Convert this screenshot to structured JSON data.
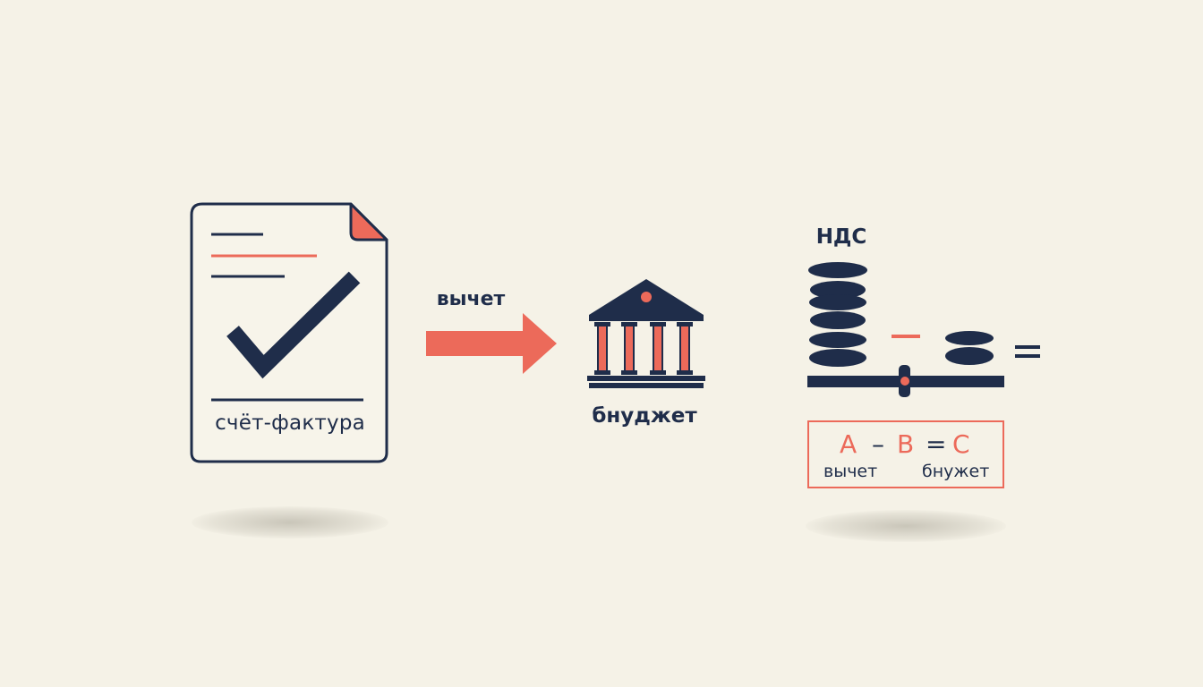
{
  "invoice": {
    "label": "счёт-фактура",
    "icon": "document-checkmark-icon"
  },
  "arrow": {
    "label": "вычет",
    "icon": "right-arrow-icon"
  },
  "bank": {
    "label": "бнуджет",
    "icon": "government-building-icon"
  },
  "balance": {
    "title": "НДС",
    "left_stack_coins": 6,
    "right_stack_coins": 2,
    "minus_sign": "–",
    "equals_sign": "="
  },
  "formula": {
    "a": "A",
    "minus": "–",
    "b": "B",
    "equals": "=",
    "c": "C",
    "left_caption": "вычет",
    "right_caption": "бнужет"
  },
  "colors": {
    "background": "#f5f2e7",
    "navy": "#1f2d4a",
    "accent": "#ec6a5a"
  }
}
